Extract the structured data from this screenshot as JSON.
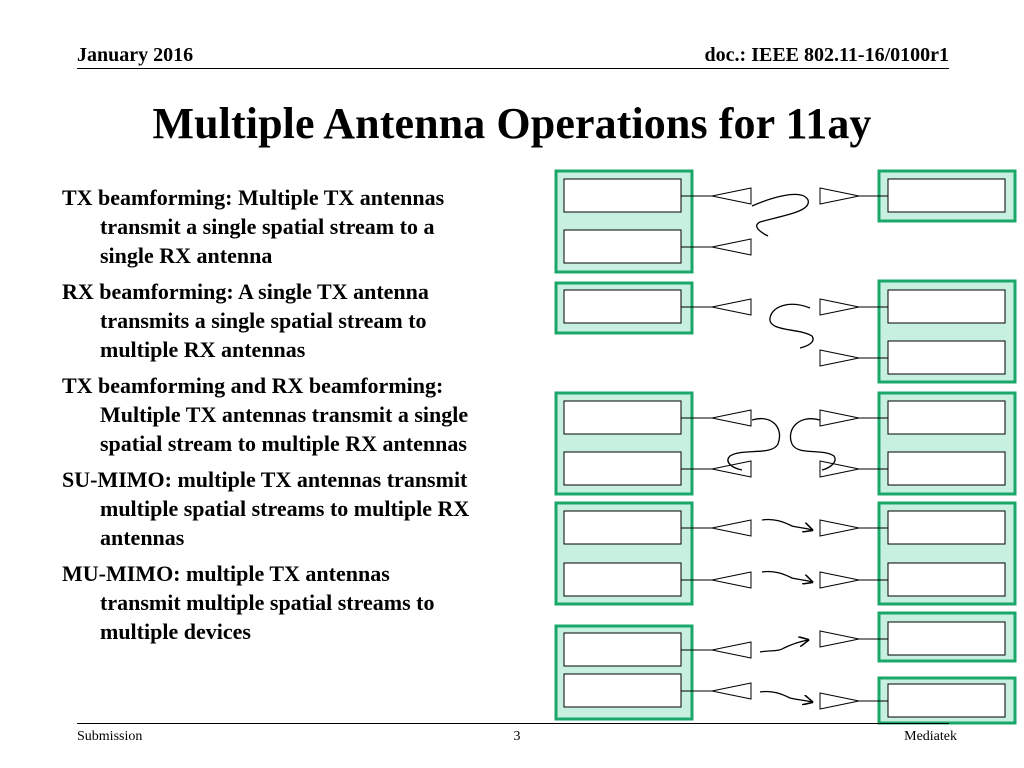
{
  "header": {
    "date": "January 2016",
    "doc": "doc.: IEEE 802.11-16/0100r1"
  },
  "title": "Multiple Antenna Operations for 11ay",
  "bullets": [
    "TX beamforming: Multiple TX antennas transmit a single spatial stream to a single RX antenna",
    "RX beamforming: A single TX antenna transmits a single spatial stream to multiple RX antennas",
    "TX beamforming and RX beamforming: Multiple TX antennas transmit a single spatial stream to multiple RX antennas",
    "SU-MIMO: multiple TX antennas transmit multiple spatial streams to multiple RX antennas",
    "MU-MIMO: multiple TX antennas transmit multiple spatial streams to multiple devices"
  ],
  "colors": {
    "device_fill": "#c8f0e0",
    "device_border": "#1aa86a",
    "text": "#000000"
  },
  "footer": {
    "left": "Submission",
    "page": "3",
    "right": "Mediatek"
  }
}
